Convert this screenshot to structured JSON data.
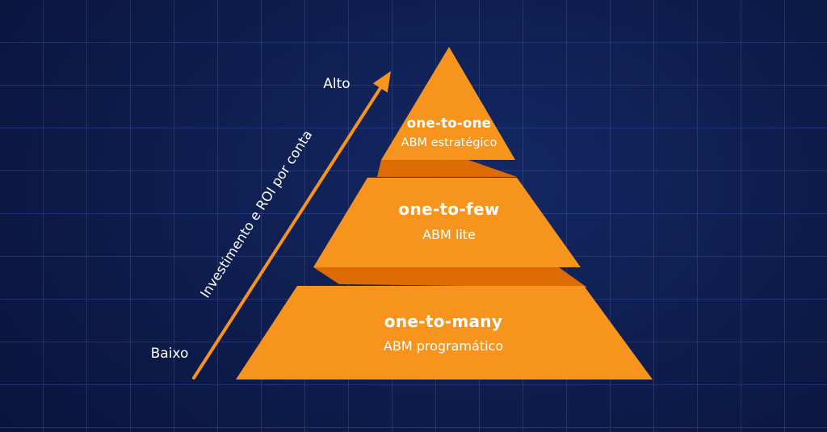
{
  "diagram": {
    "type": "pyramid",
    "axis": {
      "label": "Investimento e ROI por conta",
      "high": "Alto",
      "low": "Baixo"
    },
    "tiers": [
      {
        "label": "one-to-one",
        "sublabel": "ABM estratégico"
      },
      {
        "label": "one-to-few",
        "sublabel": "ABM lite"
      },
      {
        "label": "one-to-many",
        "sublabel": "ABM programático"
      }
    ]
  },
  "colors": {
    "background_center": "#142864",
    "background_mid": "#0c1a48",
    "background_edge": "#081237",
    "pyramid_orange": "#f7941e",
    "pyramid_shadow_orange": "#dd6b04",
    "text_white": "#ffffff"
  }
}
